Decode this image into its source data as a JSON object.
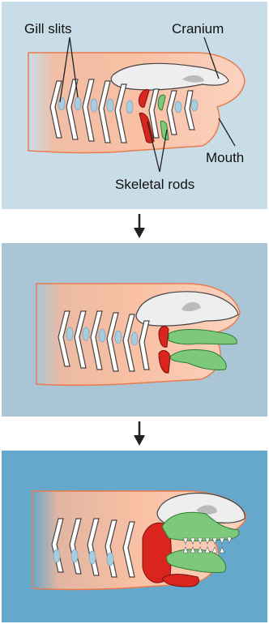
{
  "labels": {
    "gill_slits": "Gill slits",
    "cranium": "Cranium",
    "mouth": "Mouth",
    "skeletal_rods": "Skeletal rods"
  },
  "colors": {
    "panel1_bg": "#c9dde8",
    "panel2_bg": "#a9c5d6",
    "panel3_bg": "#66a7cc",
    "body": "#f8b89a",
    "body_edge": "#e87c4e",
    "cranium": "#eeeeee",
    "gill": "#a8cce0",
    "rod_red": "#d9251d",
    "rod_green": "#7cc97c",
    "arrow": "#222222"
  }
}
